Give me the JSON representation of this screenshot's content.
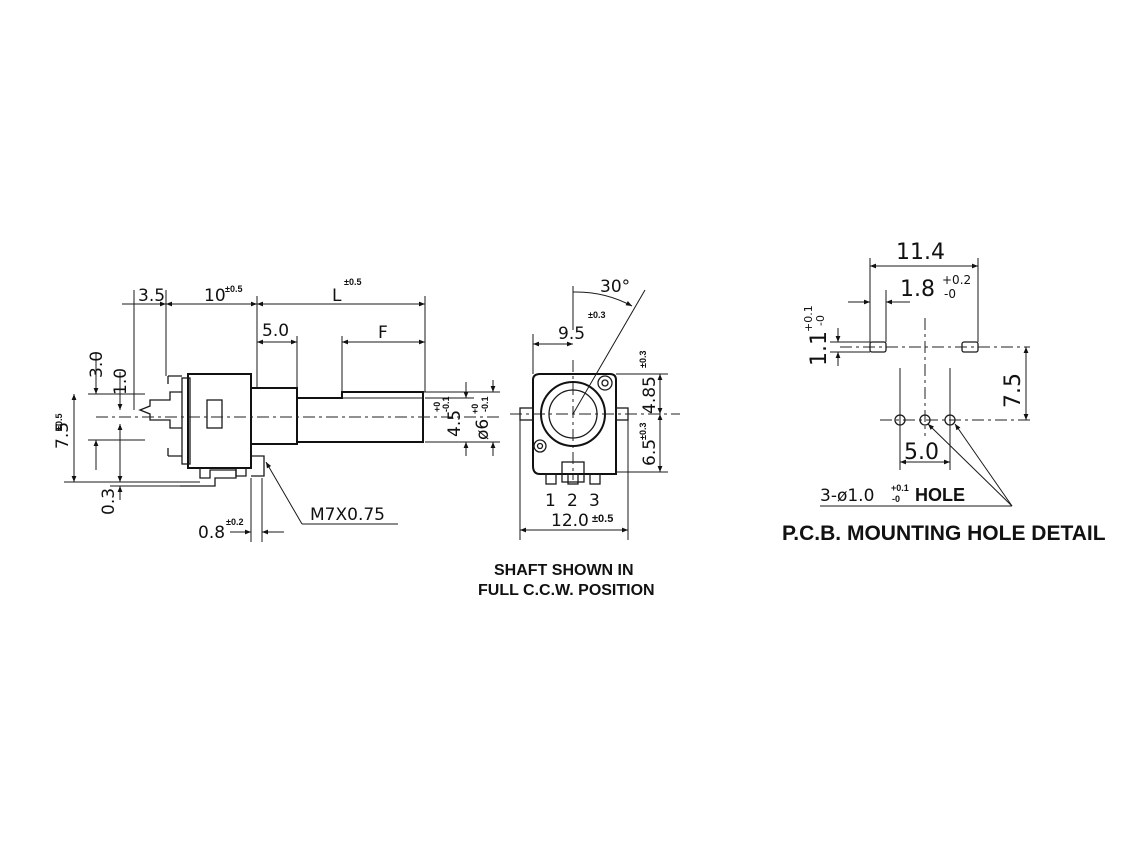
{
  "side_view": {
    "d_3_5": "3.5",
    "d_10": "10",
    "d_10_tol": "±0.5",
    "d_L": "L",
    "d_L_tol": "±0.5",
    "d_5_0": "5.0",
    "d_F": "F",
    "d_3_0": "3.0",
    "d_1_0": "1.0",
    "d_7_5": "7.5",
    "d_7_5_tol": "±0.5",
    "d_0_3": "0.3",
    "d_4_5": "4.5",
    "d_4_5_tol_top": "+0",
    "d_4_5_tol_bot": "-0.1",
    "d_phi6": "ø6",
    "d_phi6_tol_top": "+0",
    "d_phi6_tol_bot": "-0.1",
    "d_0_8": "0.8",
    "d_0_8_tol": "±0.2",
    "thread": "M7X0.75"
  },
  "front_view": {
    "angle": "30°",
    "d_9_5": "9.5",
    "d_9_5_tol": "±0.3",
    "d_4_85": "4.85",
    "d_4_85_tol": "±0.3",
    "d_6_5": "6.5",
    "d_6_5_tol": "±0.3",
    "d_12_0": "12.0",
    "d_12_0_tol": "±0.5",
    "pin_1": "1",
    "pin_2": "2",
    "pin_3": "3",
    "caption_line1": "SHAFT  SHOWN  IN",
    "caption_line2": "FULL C.C.W. POSITION"
  },
  "pcb_detail": {
    "d_11_4": "11.4",
    "d_1_8": "1.8",
    "d_1_8_tol_top": "+0.2",
    "d_1_8_tol_bot": "-0",
    "d_1_1": "1.1",
    "d_1_1_tol_top": "+0.1",
    "d_1_1_tol_bot": "-0",
    "d_7_5": "7.5",
    "d_5_0": "5.0",
    "hole_note": "3-ø1.0",
    "hole_tol_top": "+0.1",
    "hole_tol_bot": "-0",
    "hole_word": "HOLE",
    "title": "P.C.B. MOUNTING HOLE DETAIL"
  }
}
